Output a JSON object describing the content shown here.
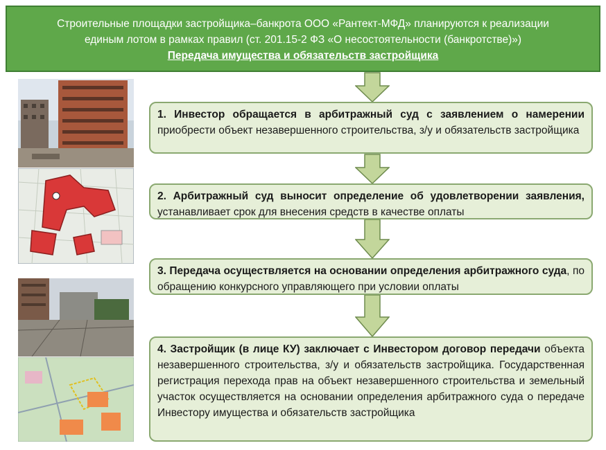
{
  "header": {
    "line1": "Строительные площадки застройщика–банкрота ООО «Рантект-МФД» планируются к реализации",
    "line2": "единым лотом в рамках правил (ст. 201.15-2 ФЗ «О несостоятельности (банкротстве)»)",
    "subtitle": "Передача имущества и обязательств застройщика"
  },
  "steps": [
    {
      "bold": "1. Инвестор обращается в арбитражный суд с заявлением о намерении",
      "rest": " приобрести объект незавершенного строительства, з/у и обязательств застройщика"
    },
    {
      "bold": "2. Арбитражный суд выносит определение об удовлетворении заявления,",
      "rest": " устанавливает срок для внесения средств в качестве оплаты"
    },
    {
      "bold": "3. Передача осуществляется на основании определения арбитражного суда",
      "rest": ", по обращению конкурсного управляющего при условии оплаты"
    },
    {
      "bold": "4. Застройщик (в лице КУ) заключает с Инвестором договор передачи",
      "rest": " объекта незавершенного строительства, з/у и обязательств застройщика. Государственная регистрация перехода прав на объект незавершенного строительства и земельный участок осуществляется на основании определения арбитражного суда о передаче Инвестору имущества и обязательств застройщика"
    }
  ],
  "colors": {
    "header_bg": "#5fa84a",
    "step_bg": "#e6efd8",
    "arrow_fill": "#c3d69b",
    "arrow_stroke": "#6e8b4e"
  }
}
